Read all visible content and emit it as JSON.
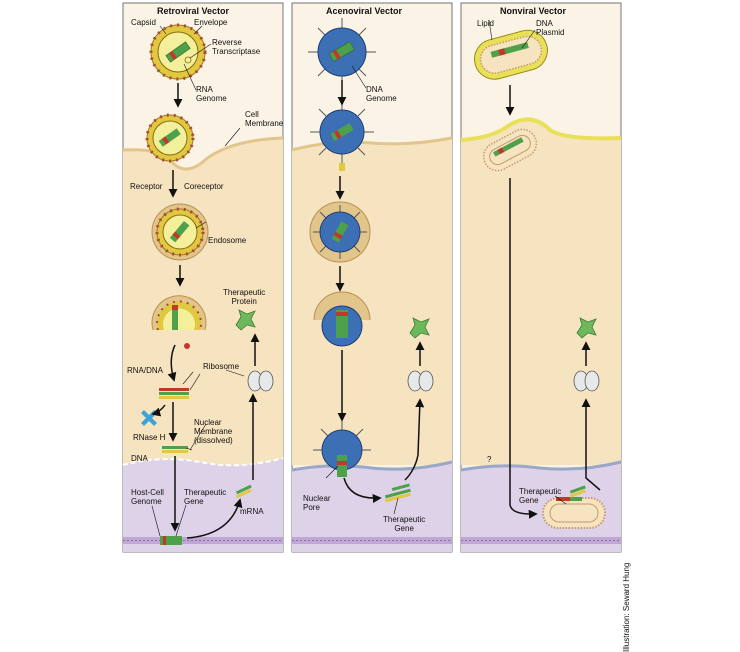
{
  "panels": {
    "retroviral": {
      "title": "Retroviral Vector",
      "labels": {
        "capsid": "Capsid",
        "envelope": "Envelope",
        "reverse_transcriptase": "Reverse\nTranscriptase",
        "rna_genome": "RNA\nGenome",
        "cell_membrane": "Cell\nMembrane",
        "receptor": "Receptor",
        "coreceptor": "Coreceptor",
        "endosome": "Endosome",
        "therapeutic_protein": "Therapeutic\nProtein",
        "rna_dna": "RNA/DNA",
        "ribosome": "Ribosome",
        "rnase_h": "RNase H",
        "nuclear_membrane": "Nuclear\nMembrane\n(dissolved)",
        "dna": "DNA",
        "host_cell_genome": "Host-Cell\nGenome",
        "therapeutic_gene": "Therapeutic\nGene",
        "mrna": "mRNA"
      }
    },
    "adenoviral": {
      "title": "Acenoviral Vector",
      "labels": {
        "dna_genome": "DNA\nGenome",
        "nuclear_pore": "Nuclear\nPore",
        "therapeutic_gene": "Therapeutic\nGene"
      }
    },
    "nonviral": {
      "title": "Nonviral Vector",
      "labels": {
        "lipid": "Lipid",
        "dna_plasmid": "DNA\nPlasmid",
        "unknown": "?",
        "therapeutic_gene": "Therapeutic\nGene"
      }
    }
  },
  "credit": "Illustration: Seward Hung",
  "colors": {
    "cytoplasm": "#f6e3c0",
    "extracellular": "#fbf4e6",
    "nucleus": "#ddd2e8",
    "retro_envelope": "#e0c840",
    "retro_capsid": "#f3ef9a",
    "adeno_capsid": "#3d6fb5",
    "dna_green": "#4fa04a",
    "protein_green": "#6db85a",
    "ribosome": "#e6e8ea",
    "rnase": "#3aa3d8",
    "lipid_yellow": "#e9e05a"
  }
}
